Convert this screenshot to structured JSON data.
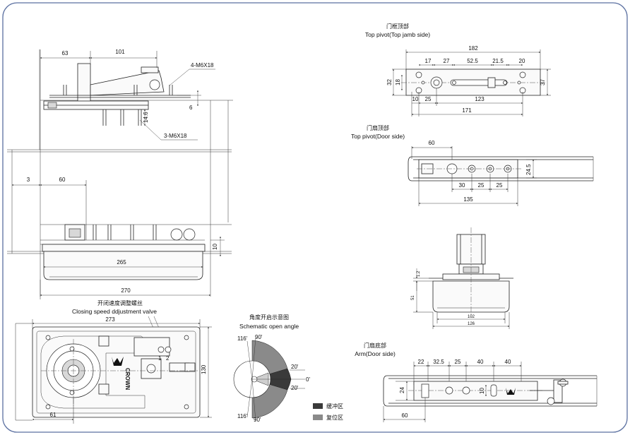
{
  "sections": {
    "closing_speed": {
      "cn": "开闭速度调整螺丝",
      "en": "Closing speed ddjustment valve",
      "valve_numbers": [
        "1",
        "2"
      ]
    },
    "schematic": {
      "cn": "角度开启示意图",
      "en": "Schematic open angle",
      "angles": [
        "116'",
        "90'",
        "20'",
        "0'",
        "20'",
        "90'",
        "116'"
      ]
    },
    "legend": [
      {
        "label": "缓冲区",
        "color": "#3a3a3a"
      },
      {
        "label": "复位区",
        "color": "#8a8a8a"
      }
    ],
    "top_jamb": {
      "cn": "门框顶部",
      "en": "Top pivot(Top jamb side)"
    },
    "top_door": {
      "cn": "门扇顶部",
      "en": "Top pivot(Door side)"
    },
    "arm": {
      "cn": "门扇底部",
      "en": "Arm(Door side)"
    }
  },
  "main_dims": {
    "d63": "63",
    "d101": "101",
    "m6x18_top": "4-M6X18",
    "d6": "6",
    "d14_6": "14.6",
    "m6x18_side": "3-M6X18",
    "d3": "3",
    "d60": "60",
    "d10": "10",
    "d265": "265",
    "d270": "270"
  },
  "plan_dims": {
    "d273": "273",
    "d130": "130",
    "d61": "61",
    "logo": "CROWN"
  },
  "jamb_dims": {
    "d182": "182",
    "d17": "17",
    "d27": "27",
    "d52_5": "52.5",
    "d21_5": "21.5",
    "d20": "20",
    "d32": "32",
    "d18": "18",
    "d37": "37",
    "d10": "10",
    "d25": "25",
    "d123": "123",
    "d171": "171"
  },
  "door_dims": {
    "d60": "60",
    "d24_5": "24.5",
    "d30": "30",
    "d25a": "25",
    "d25b": "25",
    "d135": "135"
  },
  "pivot_dims": {
    "d1_2": "1.2",
    "d51": "51",
    "d102": "102",
    "d126": "126"
  },
  "arm_dims": {
    "d22": "22",
    "d32_5": "32.5",
    "d25": "25",
    "d40a": "40",
    "d40b": "40",
    "d24": "24",
    "d10": "10",
    "d60": "60"
  }
}
